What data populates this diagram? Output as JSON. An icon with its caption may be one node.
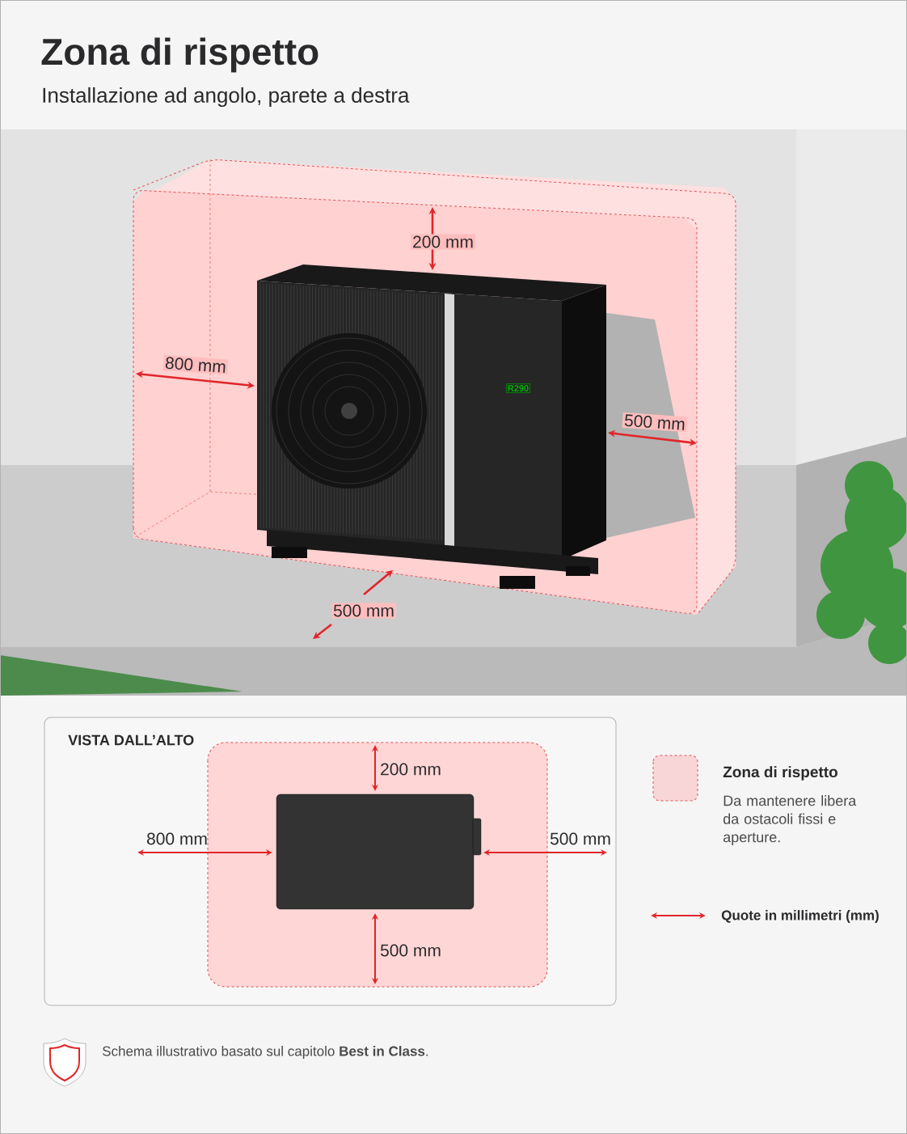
{
  "diagram": {
    "title": "Zona di rispetto",
    "nodes": [
      {
        "text": [
          "VISTA DALL’ALTO"
        ]
      }
    ],
    "labels": [
      "Installazione ad angolo, parete a destra",
      "200 mm",
      "800 mm",
      "500 mm",
      "500 mm",
      "R290",
      "200 mm",
      "800 mm",
      "500 mm",
      "500 mm",
      "Da mantenere libera da ostacoli fissi e aperture.",
      "Schema illustrativo basato sul capitolo **Best in Class**."
    ],
    "legend": [
      {
        "text": "Zona di rispetto",
        "color": "#f8d6d8"
      },
      {
        "text": "Quote in millimetri (mm)"
      }
    ]
  }
}
